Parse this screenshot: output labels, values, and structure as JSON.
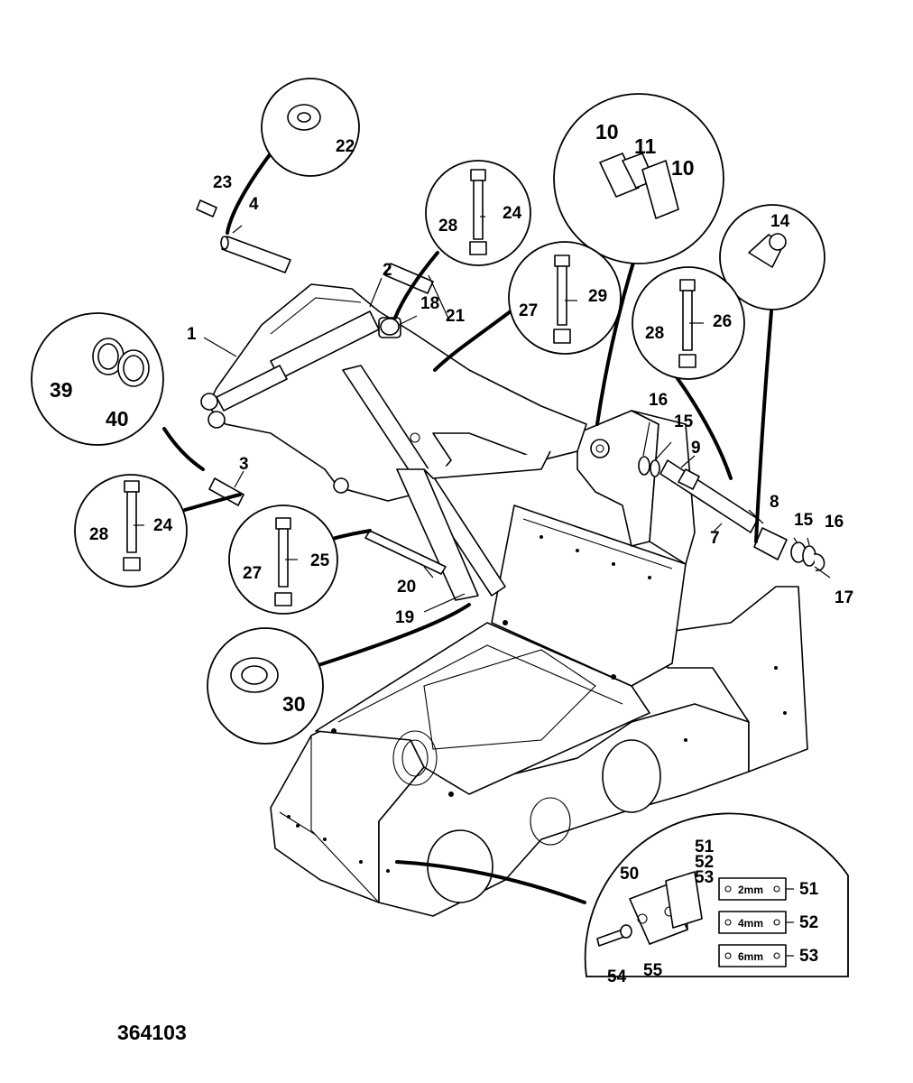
{
  "reference_number": "364103",
  "callouts": [
    {
      "id": "c1",
      "text": "1"
    },
    {
      "id": "c2",
      "text": "2"
    },
    {
      "id": "c3",
      "text": "3"
    },
    {
      "id": "c4",
      "text": "4"
    },
    {
      "id": "c7",
      "text": "7"
    },
    {
      "id": "c8",
      "text": "8"
    },
    {
      "id": "c9",
      "text": "9"
    },
    {
      "id": "c10a",
      "text": "10"
    },
    {
      "id": "c10b",
      "text": "10"
    },
    {
      "id": "c11",
      "text": "11"
    },
    {
      "id": "c14",
      "text": "14"
    },
    {
      "id": "c15a",
      "text": "15"
    },
    {
      "id": "c15b",
      "text": "15"
    },
    {
      "id": "c16a",
      "text": "16"
    },
    {
      "id": "c16b",
      "text": "16"
    },
    {
      "id": "c17",
      "text": "17"
    },
    {
      "id": "c18",
      "text": "18"
    },
    {
      "id": "c19",
      "text": "19"
    },
    {
      "id": "c20",
      "text": "20"
    },
    {
      "id": "c21",
      "text": "21"
    },
    {
      "id": "c22",
      "text": "22"
    },
    {
      "id": "c23",
      "text": "23"
    },
    {
      "id": "c24a",
      "text": "24"
    },
    {
      "id": "c24b",
      "text": "24"
    },
    {
      "id": "c25",
      "text": "25"
    },
    {
      "id": "c26",
      "text": "26"
    },
    {
      "id": "c27a",
      "text": "27"
    },
    {
      "id": "c27b",
      "text": "27"
    },
    {
      "id": "c28a",
      "text": "28"
    },
    {
      "id": "c28b",
      "text": "28"
    },
    {
      "id": "c28c",
      "text": "28"
    },
    {
      "id": "c29",
      "text": "29"
    },
    {
      "id": "c30",
      "text": "30"
    },
    {
      "id": "c39",
      "text": "39"
    },
    {
      "id": "c40",
      "text": "40"
    },
    {
      "id": "c50",
      "text": "50"
    },
    {
      "id": "c51a",
      "text": "51"
    },
    {
      "id": "c52a",
      "text": "52"
    },
    {
      "id": "c53a",
      "text": "53"
    },
    {
      "id": "c51b",
      "text": "51"
    },
    {
      "id": "c52b",
      "text": "52"
    },
    {
      "id": "c53b",
      "text": "53"
    },
    {
      "id": "c54",
      "text": "54"
    },
    {
      "id": "c55",
      "text": "55"
    }
  ],
  "shims": [
    {
      "id": "s1",
      "label": "2mm"
    },
    {
      "id": "s2",
      "label": "4mm"
    },
    {
      "id": "s3",
      "label": "6mm"
    }
  ]
}
